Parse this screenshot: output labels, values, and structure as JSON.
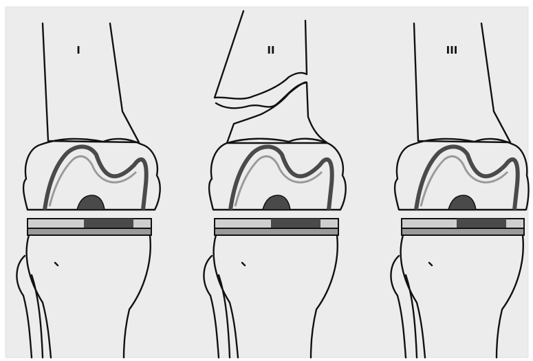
{
  "figure": {
    "panels": [
      {
        "label": "I"
      },
      {
        "label": "II"
      },
      {
        "label": "III"
      }
    ]
  },
  "colors": {
    "background": "#ececec",
    "bone": "#f2f2f2",
    "outline": "#111111",
    "implant_dark": "#4a4a4a",
    "implant_mid": "#9a9a9a",
    "implant_light": "#cfcfcf"
  }
}
